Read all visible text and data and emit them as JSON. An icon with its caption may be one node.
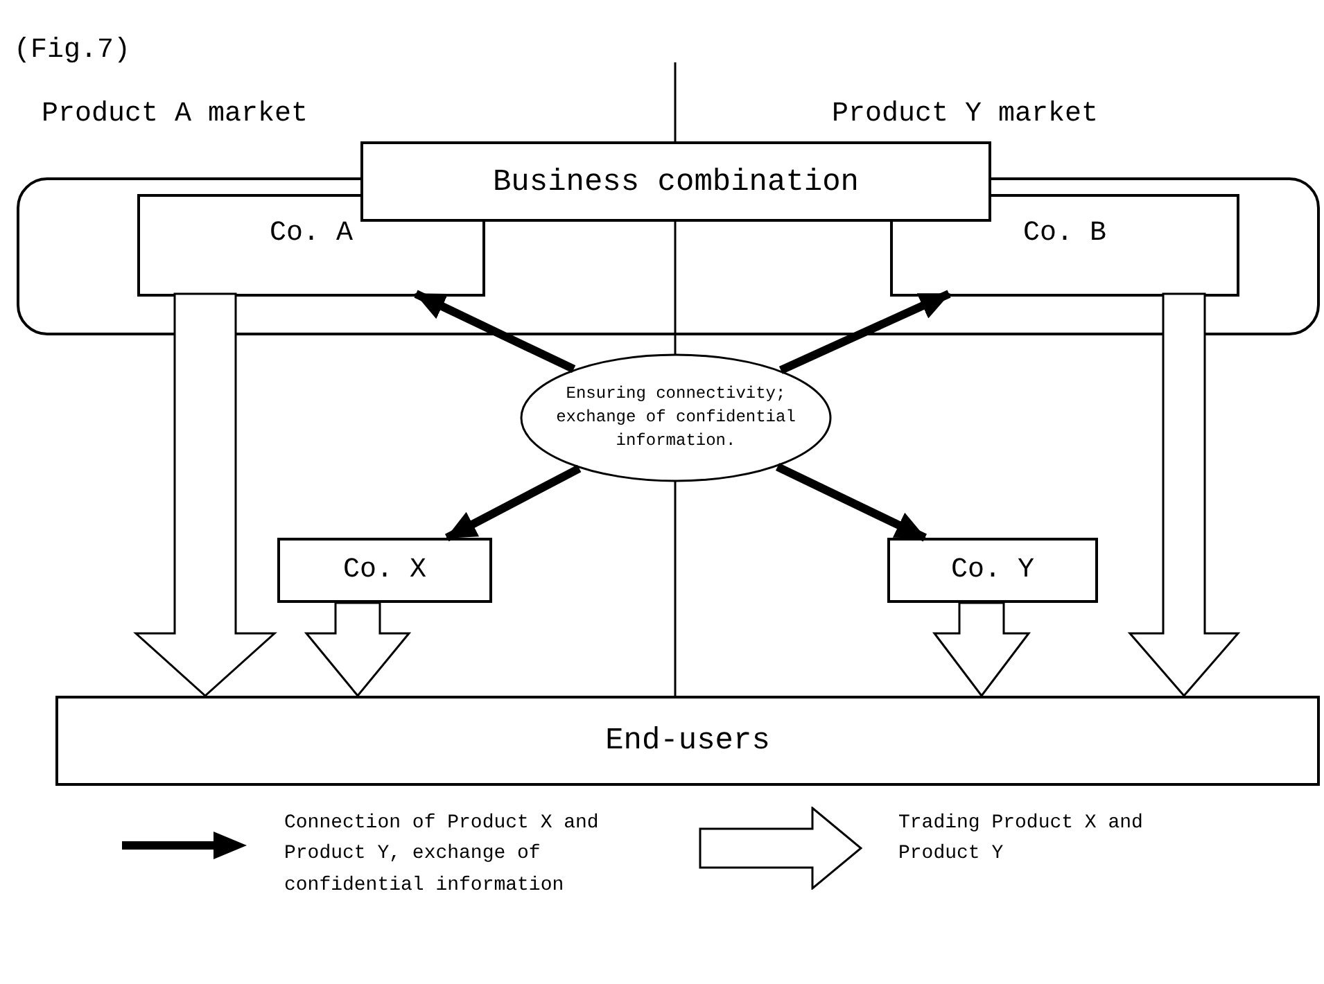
{
  "diagram": {
    "nodes": [
      {
        "text": [
          "Business combination"
        ]
      },
      {
        "text": [],
        "shape": "box"
      },
      {
        "text": [
          "Co. A"
        ],
        "in": 1
      },
      {
        "text": [
          "Co. B"
        ],
        "in": 1
      },
      {
        "text": [
          "Ensuring connectivity; exchange of confidential information."
        ]
      },
      {
        "text": [
          "Co. X"
        ]
      },
      {
        "text": [
          "Co. Y"
        ]
      },
      {
        "text": [
          "End-users"
        ]
      }
    ],
    "edges": [
      {
        "from": 4,
        "to": 2,
        "arrow": "to"
      },
      {
        "from": 4,
        "to": 3,
        "arrow": "to"
      },
      {
        "from": 4,
        "to": 5,
        "arrow": "to"
      },
      {
        "from": 4,
        "to": 6,
        "arrow": "to"
      },
      {
        "from": 2,
        "to": 7,
        "arrow": "to",
        "style": "thick"
      },
      {
        "from": 5,
        "to": 7,
        "arrow": "to",
        "style": "thick"
      },
      {
        "from": 6,
        "to": 7,
        "arrow": "to",
        "style": "thick"
      },
      {
        "from": 3,
        "to": 7,
        "arrow": "to",
        "style": "thick"
      }
    ],
    "labels": [
      "(Fig.7)",
      "Product A market",
      "Product Y market"
    ],
    "legend": [
      {
        "text": "Connection of Product X and Product Y, exchange of confidential information"
      },
      {
        "text": "Trading Product X and Product Y"
      }
    ]
  }
}
